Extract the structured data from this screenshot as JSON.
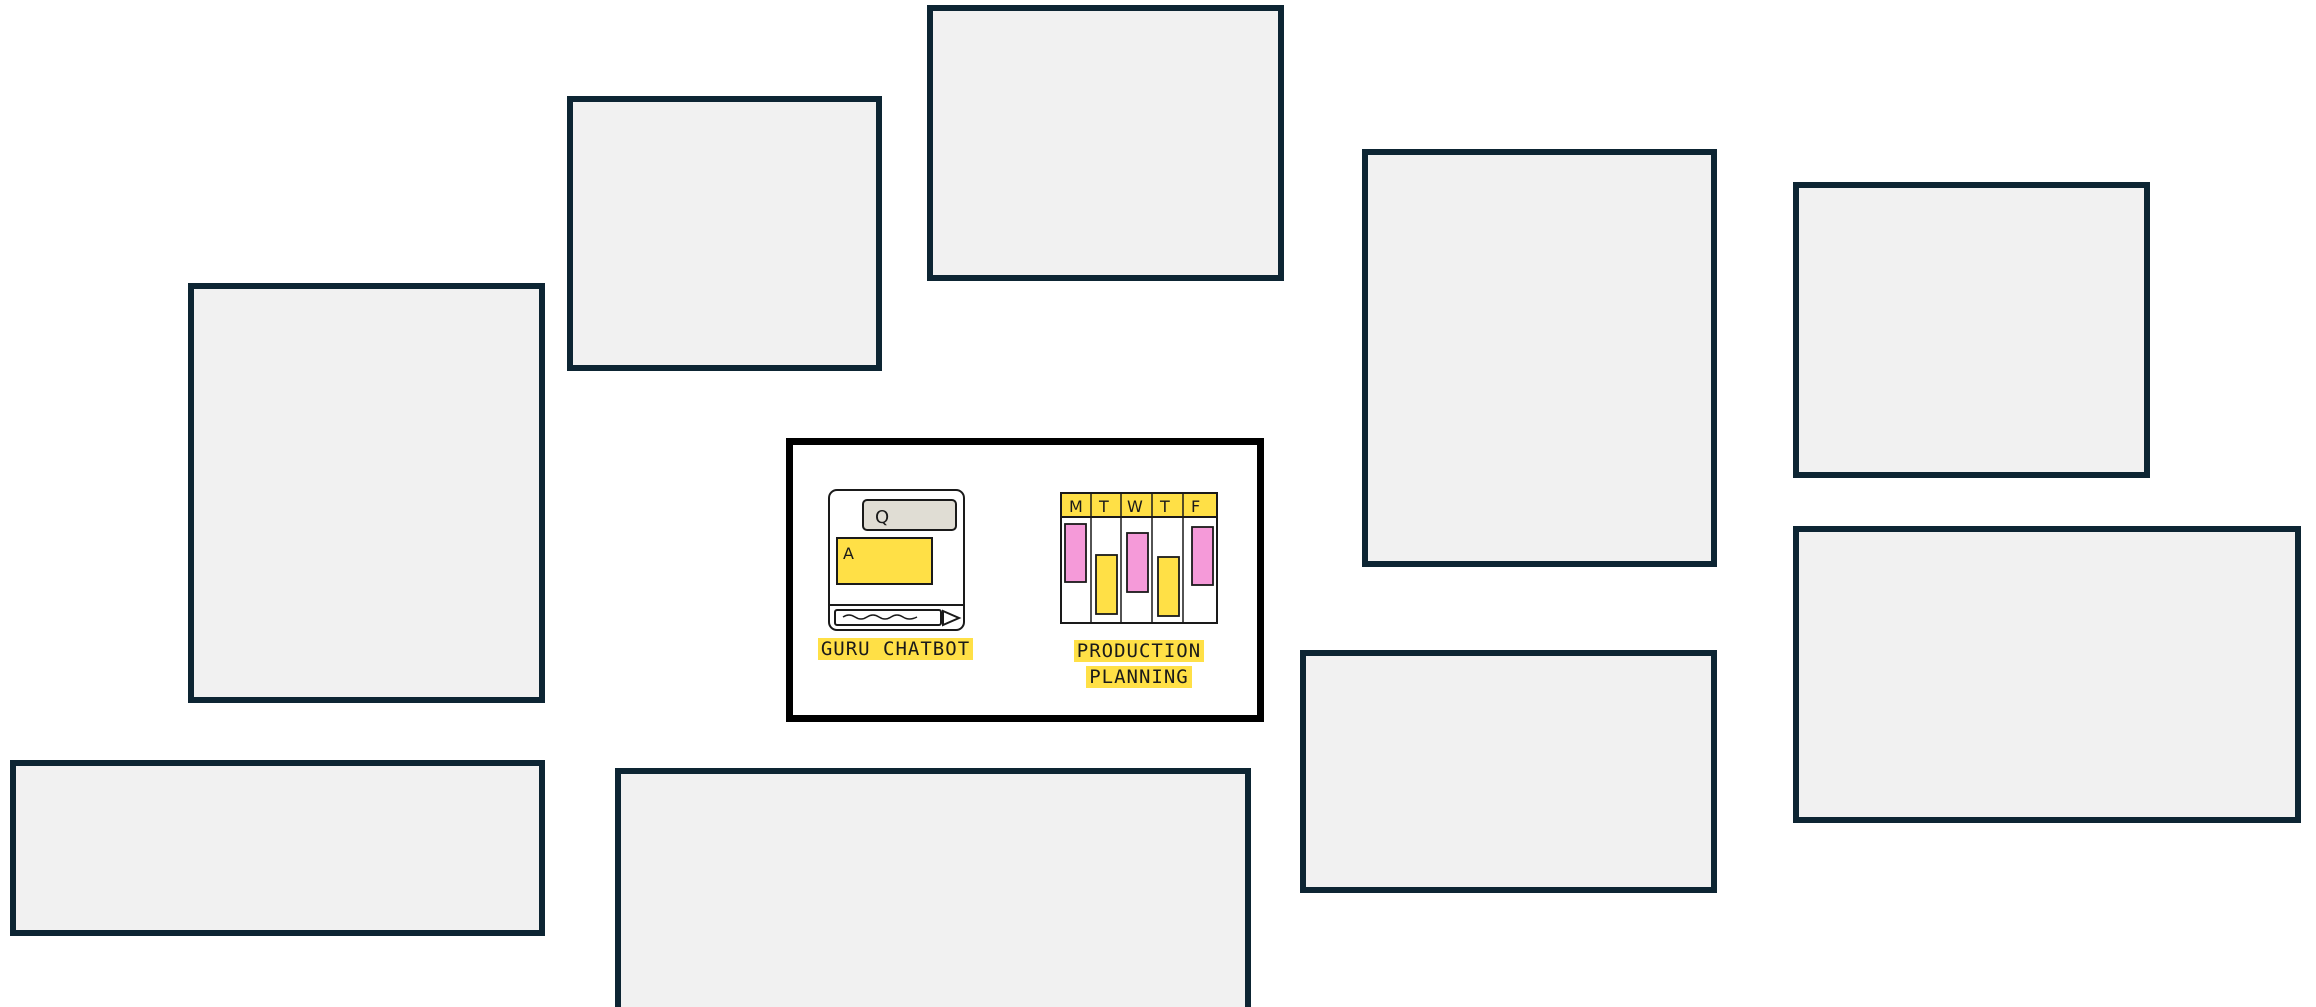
{
  "canvas": {
    "background": "#ffffff",
    "frame_fill": "#f1f1f1",
    "frame_border": "#0d2533"
  },
  "empty_frames": [
    {
      "name": "placeholder-frame-1"
    },
    {
      "name": "placeholder-frame-2"
    },
    {
      "name": "placeholder-frame-3"
    },
    {
      "name": "placeholder-frame-4"
    },
    {
      "name": "placeholder-frame-5"
    },
    {
      "name": "placeholder-frame-6"
    },
    {
      "name": "placeholder-frame-7"
    },
    {
      "name": "placeholder-frame-8"
    },
    {
      "name": "placeholder-frame-9"
    },
    {
      "name": "placeholder-frame-10"
    }
  ],
  "featured_card": {
    "chatbot": {
      "question_label": "Q",
      "answer_label": "A",
      "caption": "GURU CHATBOT",
      "icon": "chat-window-icon"
    },
    "planning": {
      "days": [
        "M",
        "T",
        "W",
        "T",
        "F"
      ],
      "caption_line1": "PRODUCTION",
      "caption_line2": "PLANNING",
      "icon": "weekly-schedule-icon"
    },
    "colors": {
      "highlight": "#ffe046",
      "pink": "#f59ad9",
      "question_box": "#e0ddd4"
    }
  }
}
